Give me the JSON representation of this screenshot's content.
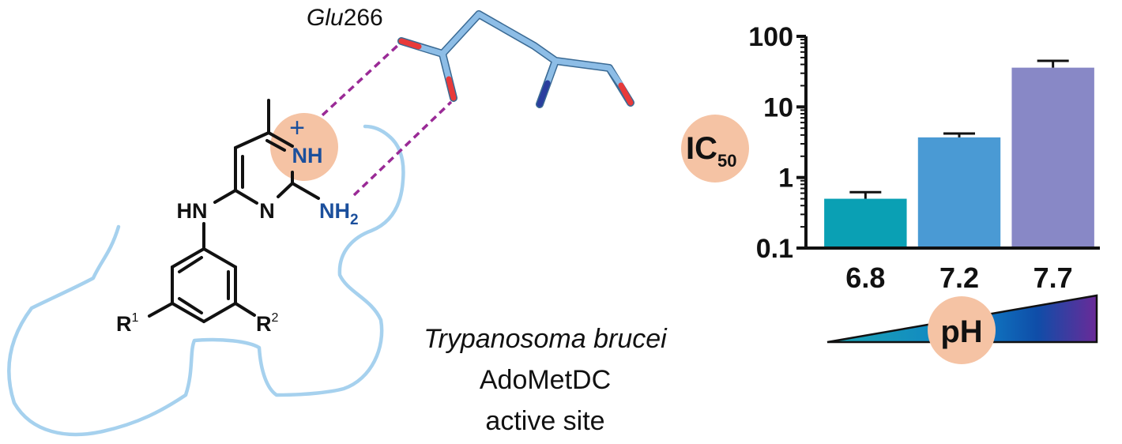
{
  "structure": {
    "residue_label": "Glu266",
    "residue_prefix": "Glu",
    "residue_number": "266",
    "charge_symbol": "+",
    "nh_label": "NH",
    "nh2_label": "NH",
    "nh2_subscript": "2",
    "ring_n_label": "N",
    "hn_label": "HN",
    "r1_label": "R",
    "r1_sup": "1",
    "r2_label": "R",
    "r2_sup": "2"
  },
  "caption": {
    "organism": "Trypanosoma brucei",
    "enzyme": "AdoMetDC",
    "site": "active site"
  },
  "ic50_badge": {
    "main": "IC",
    "subscript": "50"
  },
  "ph_badge": {
    "label": "pH"
  },
  "colors": {
    "pocket": "#a6d1ee",
    "hbond": "#9a2a96",
    "highlight": "#f5c3a4",
    "nitrogen_blue": "#1b4f9c",
    "stick": "#8dbde6",
    "stick_o": "#e83a3a",
    "stick_n": "#2a3e9e",
    "bond_black": "#111111",
    "ph_gradient": [
      "#1aa6b4",
      "#0f7fc6",
      "#0f4da8",
      "#7a3da8",
      "#6a2a98"
    ]
  },
  "chart_data": {
    "type": "bar",
    "categories": [
      "6.8",
      "7.2",
      "7.7"
    ],
    "values": [
      0.5,
      3.7,
      36
    ],
    "error_upper": [
      0.62,
      4.2,
      45
    ],
    "bar_colors": [
      "#0aa0b4",
      "#4a9ad4",
      "#8888c6"
    ],
    "yscale": "log",
    "ylim": [
      0.1,
      100
    ],
    "yticks": [
      0.1,
      1,
      10,
      100
    ],
    "ytick_labels": [
      "0.1",
      "1",
      "10",
      "100"
    ],
    "ylabel": "IC50",
    "xlabel": "pH",
    "grid": false
  }
}
